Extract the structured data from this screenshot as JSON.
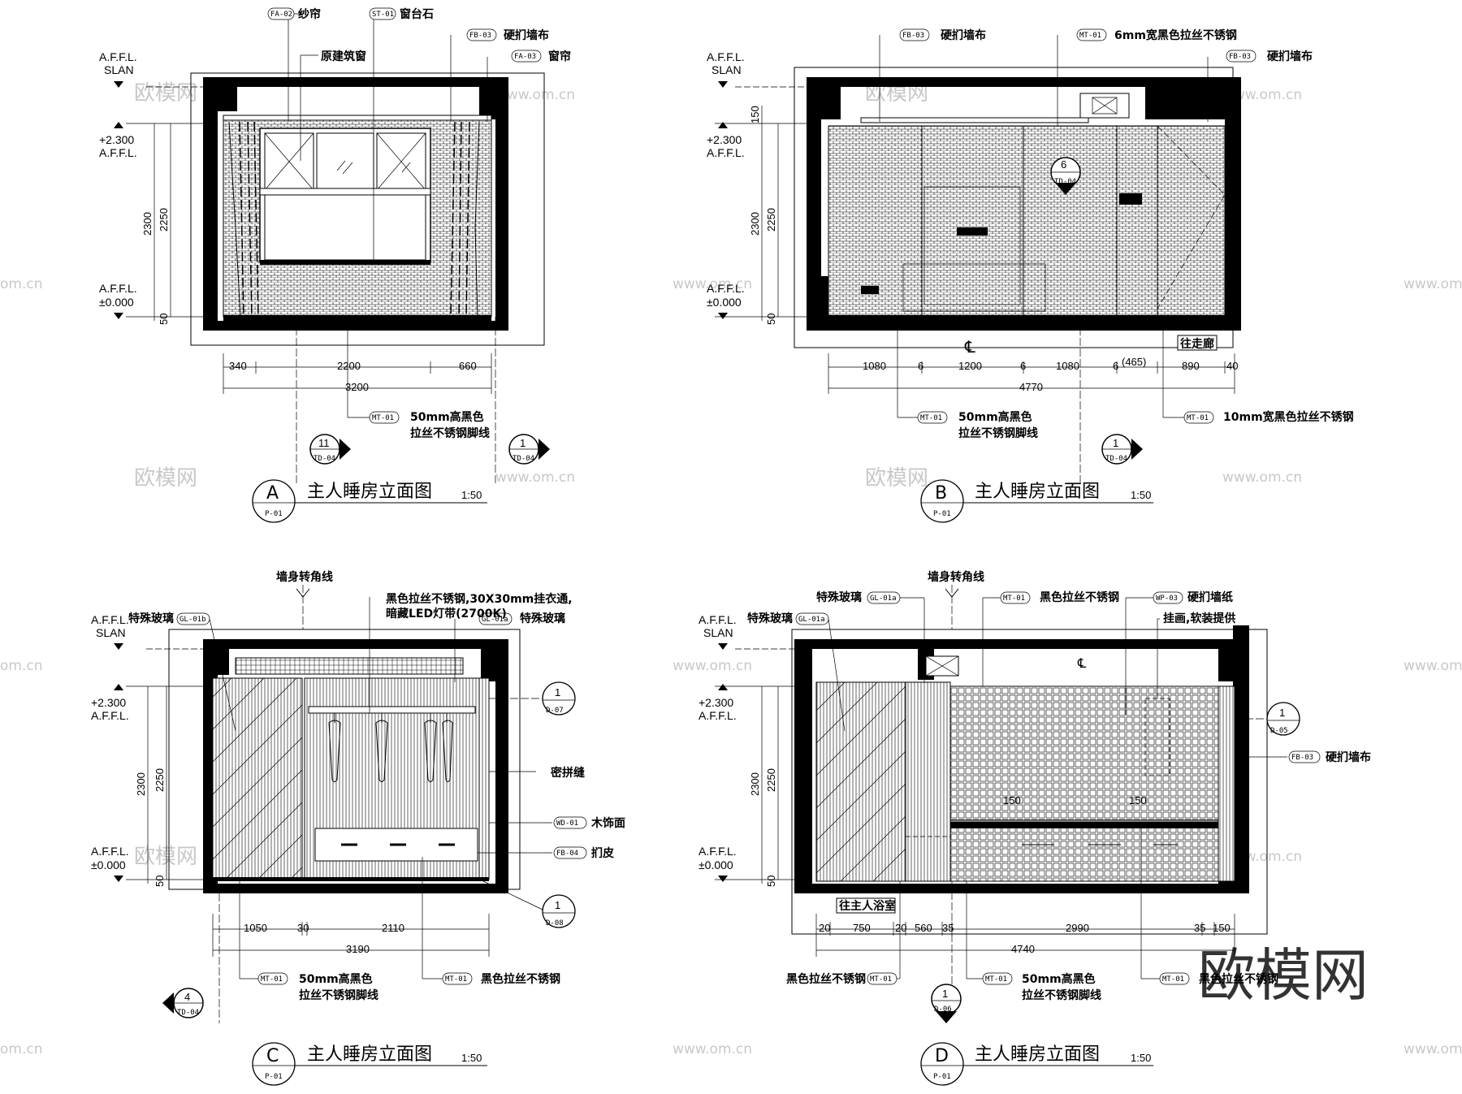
{
  "watermarks": {
    "brand_small": "欧模网",
    "url": "www.om.cn",
    "url_edge": "om.cn",
    "url_left": "www.om.cn",
    "brand_big": "欧模网"
  },
  "common": {
    "afl": "A.F.F.L.",
    "slan": "SLAN",
    "lvl_top": "+2.300",
    "lvl_zero": "±0.000",
    "scale": "1:50",
    "sheet": "P-01",
    "title": "主人睡房立面图"
  },
  "panel_a": {
    "letter": "A",
    "callouts": [
      {
        "tag": "FA-02",
        "text": "纱帘"
      },
      {
        "tag": "ST-01",
        "text": "窗台石"
      },
      {
        "tag": "FB-03",
        "text": "硬扪墙布"
      },
      {
        "tag": "FA-03",
        "text": "窗帘"
      }
    ],
    "window_note": "原建筑窗",
    "vert_dims": [
      "2300",
      "2250",
      "50"
    ],
    "horiz_dims": [
      "340",
      "2200",
      "660"
    ],
    "total": "3200",
    "bottom_tag": "MT-01",
    "bottom_note_1": "50mm高黑色",
    "bottom_note_2": "拉丝不锈钢脚线",
    "marker_1": {
      "num": "11",
      "ref": "TD-04"
    },
    "marker_2": {
      "num": "1",
      "ref": "TD-04"
    }
  },
  "panel_b": {
    "letter": "B",
    "callouts": [
      {
        "tag": "FB-03",
        "text": "硬扪墙布"
      },
      {
        "tag": "MT-01",
        "text": "6mm宽黑色拉丝不锈钢"
      },
      {
        "tag": "FB-03",
        "text": "硬扪墙布"
      }
    ],
    "section_marker": {
      "num": "6",
      "ref": "TD-04"
    },
    "vert_dims": [
      "150",
      "2300",
      "2250",
      "50"
    ],
    "horiz_dims": [
      "1080",
      "6",
      "1200",
      "6",
      "1080",
      "6",
      "(465)",
      "890",
      "40"
    ],
    "total": "4770",
    "centerline": "℄",
    "corridor": "往走廊",
    "bottom_tag_1": "MT-01",
    "bottom_note_1a": "50mm高黑色",
    "bottom_note_1b": "拉丝不锈钢脚线",
    "bottom_tag_2": "MT-01",
    "bottom_note_2": "10mm宽黑色拉丝不锈钢",
    "marker": {
      "num": "1",
      "ref": "TD-04"
    }
  },
  "panel_c": {
    "letter": "C",
    "corner_line": "墙身转角线",
    "callouts": [
      {
        "tag": "GL-01b",
        "text": "特殊玻璃"
      },
      {
        "tag": "GL-01a",
        "text": "特殊玻璃"
      }
    ],
    "top_note_1": "黑色拉丝不锈钢,30X30mm挂衣通,",
    "top_note_2": "暗藏LED灯带(2700K)",
    "right_notes": [
      {
        "tag": "",
        "text": "密拼缝"
      },
      {
        "tag": "WD-01",
        "text": "木饰面"
      },
      {
        "tag": "FB-04",
        "text": "扪皮"
      }
    ],
    "marker_right_1": {
      "num": "1",
      "ref": "D-07"
    },
    "marker_right_2": {
      "num": "1",
      "ref": "D-08"
    },
    "vert_dims": [
      "2300",
      "2250",
      "50"
    ],
    "horiz_dims": [
      "1050",
      "30",
      "2110"
    ],
    "total": "3190",
    "bottom_tag_1": "MT-01",
    "bottom_note_1a": "50mm高黑色",
    "bottom_note_1b": "拉丝不锈钢脚线",
    "bottom_tag_2": "MT-01",
    "bottom_note_2": "黑色拉丝不锈钢",
    "marker_left": {
      "num": "4",
      "ref": "TD-04"
    }
  },
  "panel_d": {
    "letter": "D",
    "corner_line": "墙身转角线",
    "callouts": [
      {
        "tag": "GL-01a",
        "text": "特殊玻璃"
      },
      {
        "tag": "GL-01a",
        "text": "特殊玻璃"
      },
      {
        "tag": "MT-01",
        "text": "黑色拉丝不锈钢"
      },
      {
        "tag": "WP-03",
        "text": "硬扪墙纸"
      }
    ],
    "art_note": "挂画,软装提供",
    "right_tag": "FB-03",
    "right_note": "硬扪墙布",
    "marker_right": {
      "num": "1",
      "ref": "D-05"
    },
    "vert_dims": [
      "2300",
      "2250",
      "50"
    ],
    "horiz_dims": [
      "20",
      "750",
      "20",
      "560",
      "35",
      "2990",
      "35",
      "150"
    ],
    "total": "4740",
    "centerline": "℄",
    "bath": "往主人浴室",
    "bed_dim_1": "150",
    "bed_dim_2": "150",
    "bottom_left_note": "黑色拉丝不锈钢",
    "bottom_left_tag": "MT-01",
    "bottom_tag_1": "MT-01",
    "bottom_note_1a": "50mm高黑色",
    "bottom_note_1b": "拉丝不锈钢脚线",
    "bottom_tag_2": "MT-01",
    "bottom_note_2": "黑色拉丝不锈钢",
    "marker_bottom": {
      "num": "1",
      "ref": "D-06"
    }
  }
}
